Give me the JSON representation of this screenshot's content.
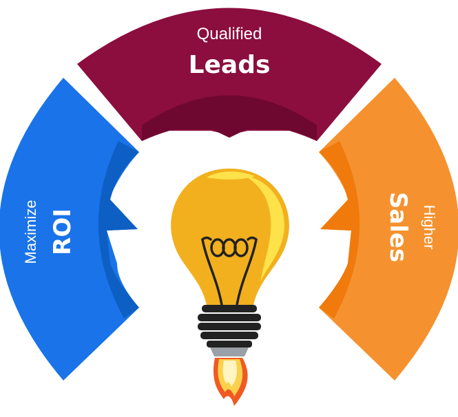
{
  "segments": {
    "top": {
      "line1": "Qualified",
      "line2": "Leads",
      "color": "#8b0e3e",
      "inner_color": "#6e0830"
    },
    "left": {
      "line1": "Maximize",
      "line2": "ROI",
      "color": "#1a73e8",
      "inner_color": "#0d5fc4"
    },
    "right": {
      "line1": "Higher",
      "line2": "Sales",
      "color": "#f5922f",
      "inner_color": "#f07a0c"
    }
  },
  "text_color": "#ffffff",
  "icons": {
    "center": "lightbulb-icon",
    "flame": "rocket-flame-icon"
  }
}
